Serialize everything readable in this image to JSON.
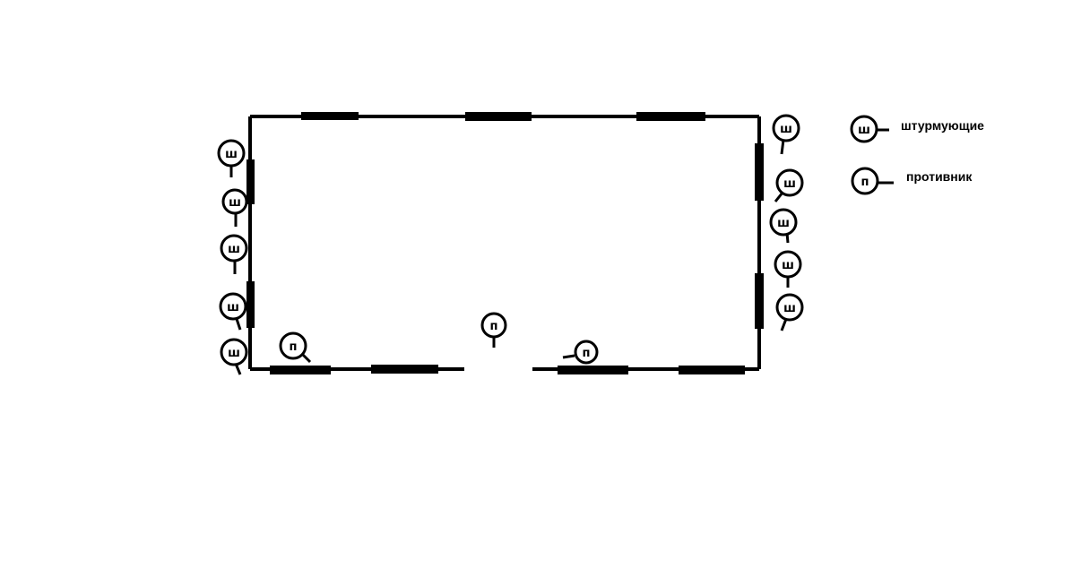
{
  "legend": {
    "stormer_letter": "ш",
    "stormer_label": "штурмующие",
    "enemy_letter": "п",
    "enemy_label": "противник"
  },
  "colors": {
    "ink": "#000000",
    "background": "#ffffff"
  },
  "markers": {
    "stormers_left": [
      "ш",
      "ш",
      "ш",
      "ш",
      "ш"
    ],
    "stormers_right": [
      "ш",
      "ш",
      "ш",
      "ш",
      "ш"
    ],
    "enemies_inside": [
      "п",
      "п",
      "п"
    ]
  }
}
